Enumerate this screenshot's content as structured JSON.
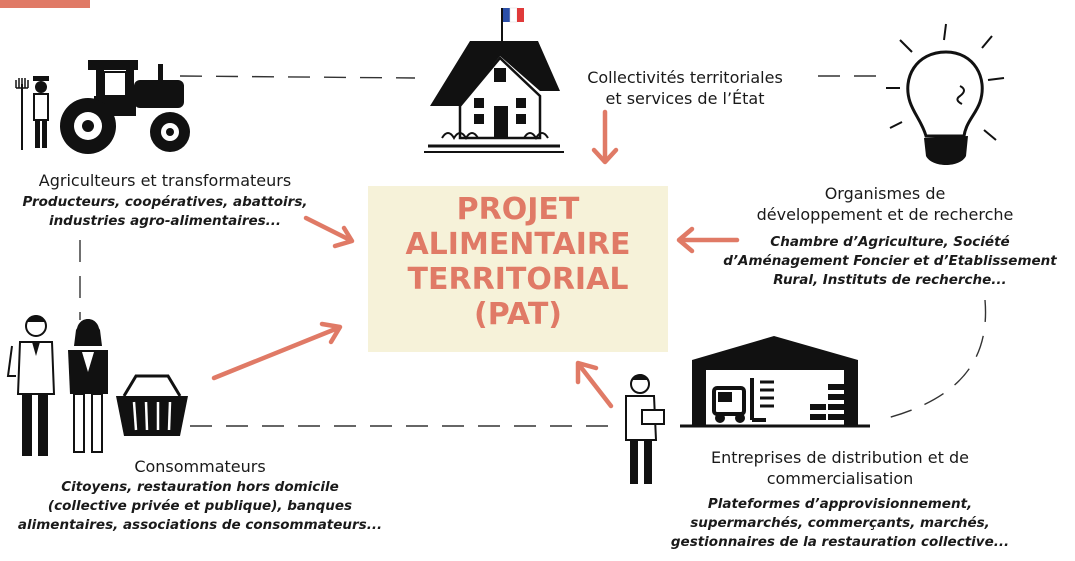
{
  "center": {
    "lines": [
      "PROJET",
      "ALIMENTAIRE",
      "TERRITORIAL",
      "(PAT)"
    ]
  },
  "actors": {
    "farmers": {
      "title": "Agriculteurs et transformateurs",
      "details": [
        "Producteurs, coopératives, abattoirs,",
        "industries agro-alimentaires..."
      ]
    },
    "authorities": {
      "title_lines": [
        "Collectivités territoriales",
        "et services de l’État"
      ]
    },
    "research": {
      "title_lines": [
        "Organismes de",
        "développement et de recherche"
      ],
      "details": [
        "Chambre d’Agriculture, Société",
        "d’Aménagement Foncier et d’Etablissement",
        "Rural, Instituts de recherche..."
      ]
    },
    "consumers": {
      "title": "Consommateurs",
      "details": [
        "Citoyens, restauration hors domicile",
        "(collective privée et publique), banques",
        "alimentaires, associations de consommateurs..."
      ]
    },
    "distribution": {
      "title_lines": [
        "Entreprises de distribution et de",
        "commercialisation"
      ],
      "details": [
        "Plateformes d’approvisionnement,",
        "supermarchés, commerçants, marchés,",
        "gestionnaires de la restauration collective..."
      ]
    }
  },
  "icons": [
    "tractor-farmer-icon",
    "town-hall-icon",
    "lightbulb-icon",
    "consumers-basket-icon",
    "warehouse-forklift-icon"
  ],
  "colors": {
    "accent": "#e07a66",
    "center_bg": "#f6f2d9",
    "text": "#1a1a1a"
  }
}
